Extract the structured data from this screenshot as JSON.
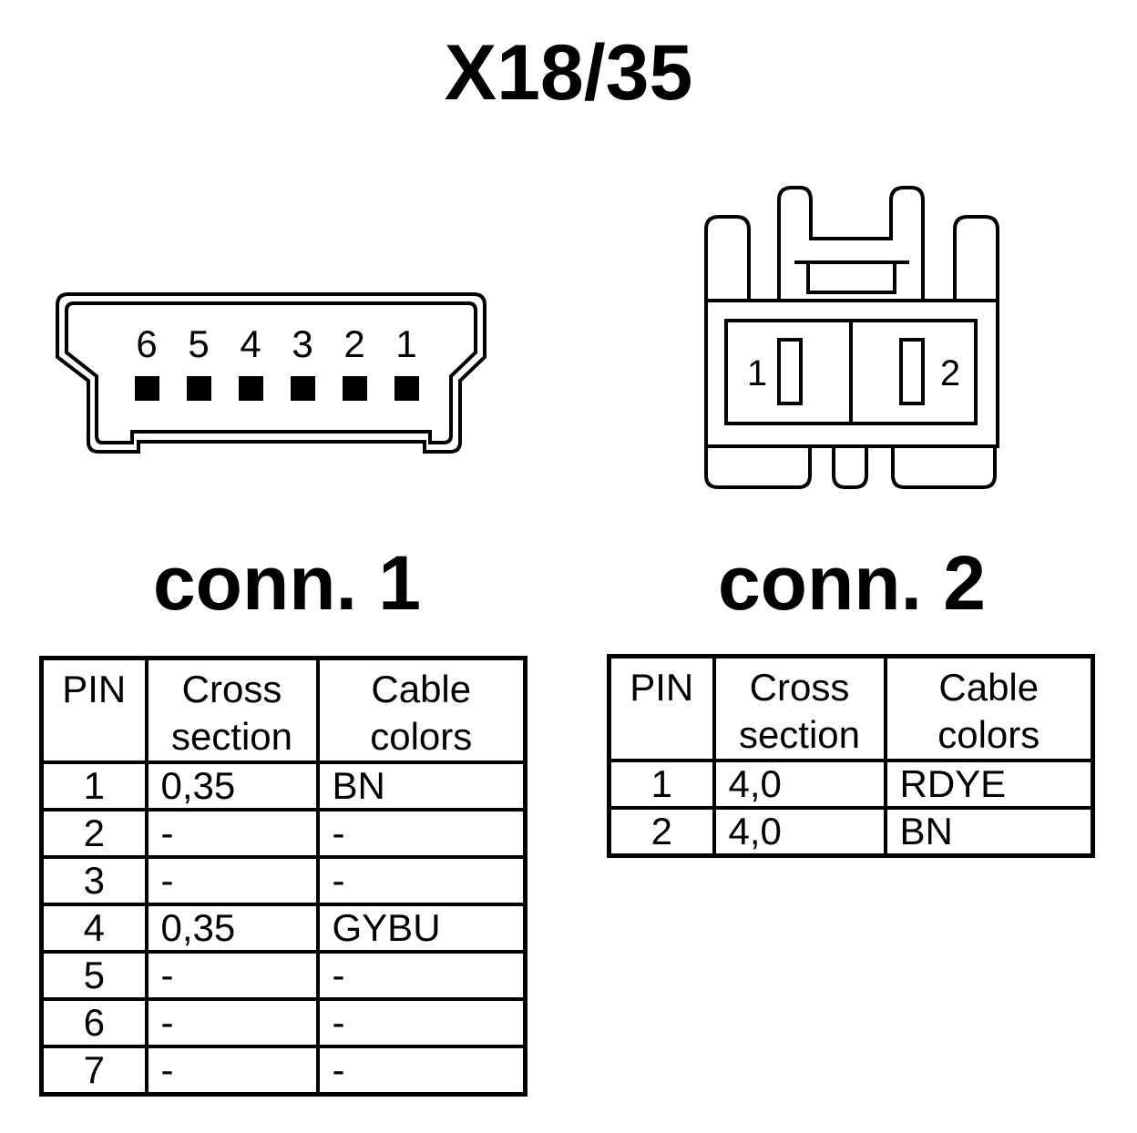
{
  "title": "X18/35",
  "connectors": [
    {
      "label": "conn. 1",
      "pin_numbers": [
        "6",
        "5",
        "4",
        "3",
        "2",
        "1"
      ],
      "table": {
        "headers": [
          [
            "PIN"
          ],
          [
            "Cross",
            "section"
          ],
          [
            "Cable",
            "colors"
          ]
        ],
        "rows": [
          {
            "pin": "1",
            "cross_section": "0,35",
            "color": "BN"
          },
          {
            "pin": "2",
            "cross_section": "-",
            "color": "-"
          },
          {
            "pin": "3",
            "cross_section": "-",
            "color": "-"
          },
          {
            "pin": "4",
            "cross_section": "0,35",
            "color": "GYBU"
          },
          {
            "pin": "5",
            "cross_section": "-",
            "color": "-"
          },
          {
            "pin": "6",
            "cross_section": "-",
            "color": "-"
          },
          {
            "pin": "7",
            "cross_section": "-",
            "color": "-"
          }
        ]
      }
    },
    {
      "label": "conn. 2",
      "pin_numbers": [
        "1",
        "2"
      ],
      "table": {
        "headers": [
          [
            "PIN"
          ],
          [
            "Cross",
            "section"
          ],
          [
            "Cable",
            "colors"
          ]
        ],
        "rows": [
          {
            "pin": "1",
            "cross_section": "4,0",
            "color": "RDYE"
          },
          {
            "pin": "2",
            "cross_section": "4,0",
            "color": "BN"
          }
        ]
      }
    }
  ]
}
